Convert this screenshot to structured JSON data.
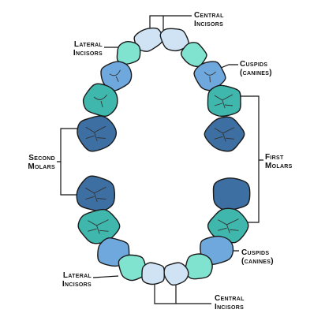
{
  "colors": {
    "central_incisor": "#cfe3f5",
    "lateral_incisor": "#7fe3cf",
    "cuspid": "#6fa8dc",
    "first_premolar_upper": "#6fa8dc",
    "premolar_teal": "#3fb7ad",
    "molar_dark": "#3d6fa3",
    "outline": "#1a1a1a",
    "groove": "#333333",
    "leader": "#111111"
  },
  "labels": {
    "top_central": [
      "Central",
      "Incisors"
    ],
    "top_lateral": [
      "Lateral",
      "Incisors"
    ],
    "top_cuspids": [
      "Cuspids",
      "(canines)"
    ],
    "second_molars": [
      "Second",
      "Molars"
    ],
    "first_molars": [
      "First",
      "Molars"
    ],
    "bottom_cuspids": [
      "Cuspids",
      "(canines)"
    ],
    "bottom_lateral": [
      "Lateral",
      "Incisors"
    ],
    "bottom_central": [
      "Central",
      "Incisors"
    ]
  }
}
